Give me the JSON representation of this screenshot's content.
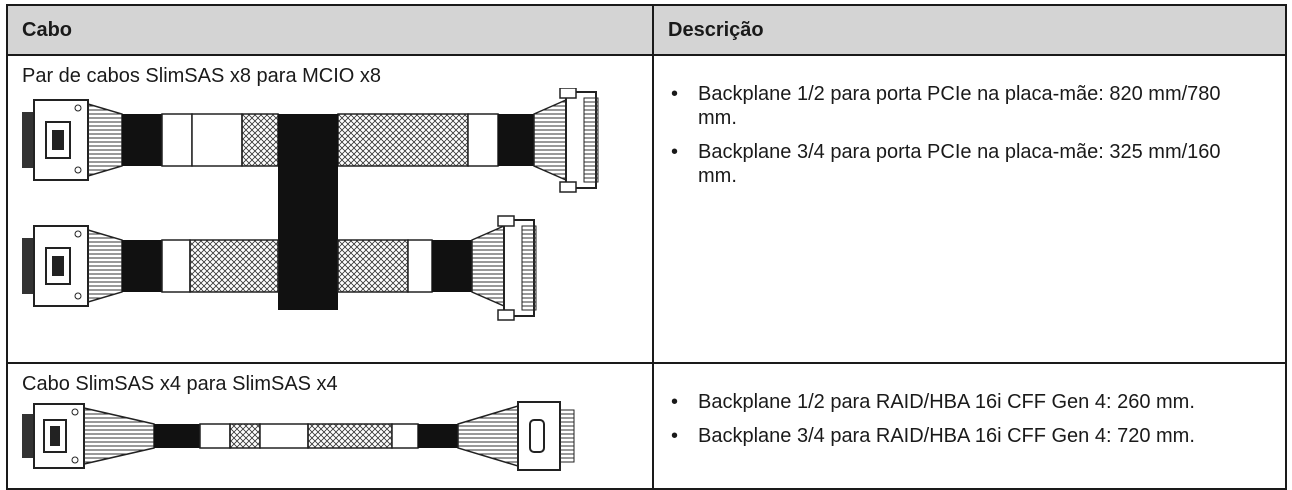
{
  "header": {
    "col_cable": "Cabo",
    "col_description": "Descrição"
  },
  "rows": [
    {
      "cable": "Par de cabos SlimSAS x8 para MCIO x8",
      "items": [
        "Backplane 1/2 para porta PCIe na placa-mãe: 820 mm/780 mm.",
        "Backplane 3/4 para porta PCIe na placa-mãe: 325 mm/160 mm."
      ]
    },
    {
      "cable": "Cabo SlimSAS x4 para SlimSAS x4",
      "items": [
        "Backplane 1/2 para RAID/HBA 16i CFF Gen 4: 260 mm.",
        "Backplane 3/4 para RAID/HBA 16i CFF Gen 4: 720 mm."
      ]
    }
  ],
  "bullet_glyph": "•"
}
